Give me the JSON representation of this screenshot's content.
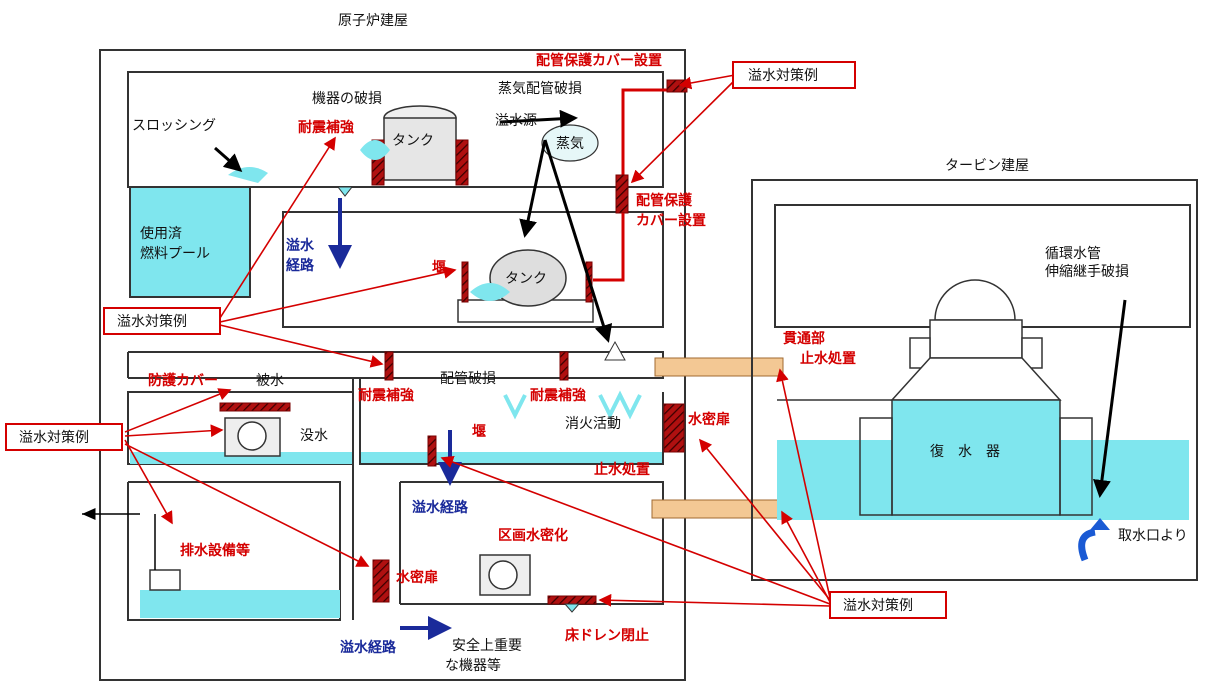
{
  "buildings": {
    "reactor_title": "原子炉建屋",
    "turbine_title": "タービン建屋"
  },
  "labels_black": {
    "sloshing": "スロッシング",
    "equipment_damage": "機器の破損",
    "tank_upper": "タンク",
    "steam_pipe_damage": "蒸気配管破損",
    "leak_source": "溢水源",
    "steam": "蒸気",
    "tank_middle": "タンク",
    "pipe_damage": "配管破損",
    "flooded": "被水",
    "submerged": "没水",
    "fire_fighting": "消火活動",
    "safety_important": "安全上重要\nな機器等",
    "circulating_water_pipe": "循環水管\n伸縮継手破損",
    "condenser": "復　水　器",
    "from_intake": "取水口より",
    "spent_fuel_pool": "使用済\n燃料プール"
  },
  "labels_red": {
    "pipe_cover_top": "配管保護カバー設置",
    "pipe_cover_side": "配管保護\nカバー設置",
    "seismic_upper": "耐震補強",
    "dam": "堰",
    "seismic_left": "耐震補強",
    "seismic_right": "耐震補強",
    "protective_cover": "防護カバー",
    "dam_lower": "堰",
    "penetration_seal": "貫通部\n止水処置",
    "watertight_door_right": "水密扉",
    "waterproof_treatment": "止水処置",
    "drainage_equipment": "排水設備等",
    "compartment_watertight": "区画水密化",
    "watertight_door_lower": "水密扉",
    "floor_drain_closure": "床ドレン閉止"
  },
  "labels_blue": {
    "flood_path_upper": "溢水\n経路",
    "flood_path_middle": "溢水経路",
    "flood_path_bottom": "溢水経路"
  },
  "boxed_labels": {
    "countermeasure_top": "溢水対策例",
    "countermeasure_mid": "溢水対策例",
    "countermeasure_left": "溢水対策例",
    "countermeasure_bottom": "溢水対策例"
  },
  "colors": {
    "water": "#7fe6ee",
    "countermeasure_red": "#d40000",
    "flood_path_blue": "#1a2a9a",
    "sleeve": "#f3c894"
  }
}
